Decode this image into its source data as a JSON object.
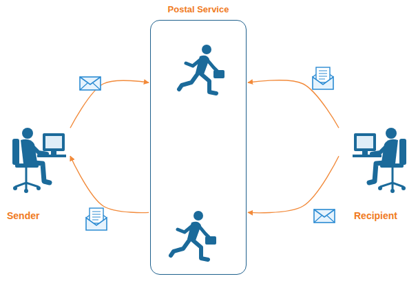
{
  "diagram": {
    "nodes": [
      {
        "text": [
          "Postal Service"
        ]
      },
      {
        "text": [
          "Sender"
        ]
      },
      {
        "text": [
          "Recipient"
        ]
      }
    ],
    "edges": [
      {
        "from": 1,
        "to": 0,
        "arrow": "to"
      },
      {
        "from": 0,
        "to": 1,
        "arrow": "to"
      },
      {
        "from": 2,
        "to": 0,
        "arrow": "to"
      },
      {
        "from": 2,
        "to": 0,
        "arrow": "to"
      }
    ]
  }
}
